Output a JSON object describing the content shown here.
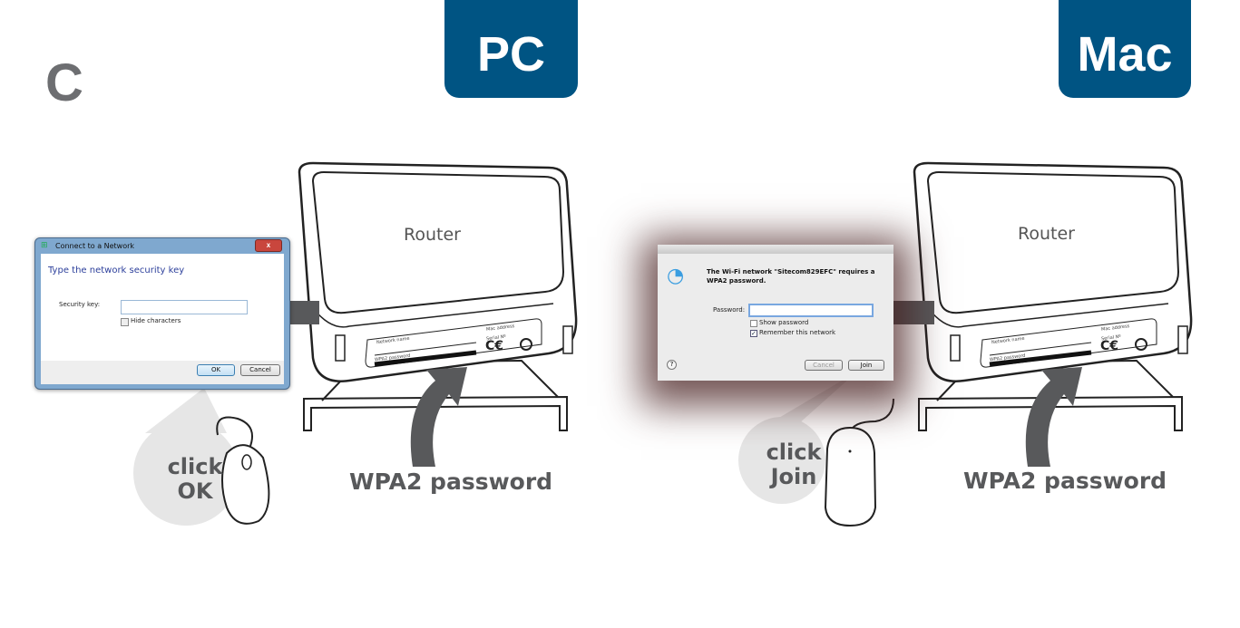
{
  "step_letter": "C",
  "pc": {
    "tab_label": "PC",
    "router_label": "Router",
    "password_caption": "WPA2 password",
    "click_line1": "click",
    "click_line2": "OK",
    "sticker": {
      "network_name": "Network name",
      "wpa2_password": "WPA2 password",
      "mac_address": "Mac address",
      "serial_no": "Serial Nº"
    },
    "dialog": {
      "title": "Connect to a Network",
      "heading": "Type the network security key",
      "security_key_label": "Security key:",
      "security_key_value": "",
      "hide_characters_label": "Hide characters",
      "hide_characters_checked": false,
      "ok_label": "OK",
      "cancel_label": "Cancel",
      "close_label": "x"
    }
  },
  "mac": {
    "tab_label": "Mac",
    "router_label": "Router",
    "password_caption": "WPA2 password",
    "click_line1": "click",
    "click_line2": "Join",
    "sticker": {
      "network_name": "Network name",
      "wpa2_password": "WPA2 password",
      "mac_address": "Mac address",
      "serial_no": "Serial Nº"
    },
    "dialog": {
      "message": "The Wi-Fi network \"Sitecom829EFC\" requires a WPA2 password.",
      "password_label": "Password:",
      "password_value": "",
      "show_password_label": "Show password",
      "show_password_checked": false,
      "remember_label": "Remember this network",
      "remember_checked": true,
      "help_label": "?",
      "cancel_label": "Cancel",
      "join_label": "Join"
    }
  },
  "colors": {
    "brand_blue": "#005483",
    "arrow_gray": "#58595b",
    "text_gray": "#6d6e71"
  }
}
